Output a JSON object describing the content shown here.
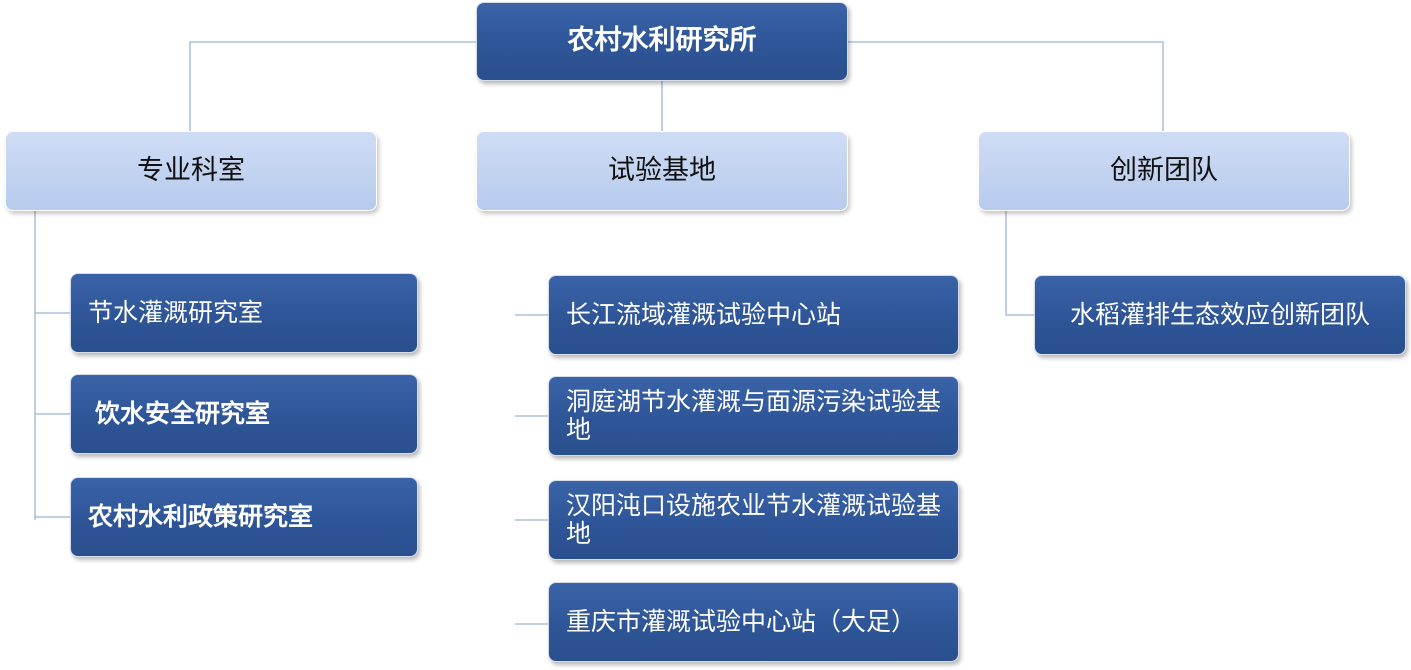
{
  "root": {
    "label": "农村水利研究所"
  },
  "categories": [
    {
      "label": "专业科室",
      "children": [
        "节水灌溉研究室",
        "饮水安全研究室",
        "农村水利政策研究室"
      ]
    },
    {
      "label": "试验基地",
      "children": [
        "长江流域灌溉试验中心站",
        "洞庭湖节水灌溉与面源污染试验基地",
        "汉阳沌口设施农业节水灌溉试验基地",
        "重庆市灌溉试验中心站（大足）"
      ]
    },
    {
      "label": "创新团队",
      "children": [
        "水稻灌排生态效应创新团队"
      ]
    }
  ],
  "colors": {
    "dark_node": "#2e5597",
    "light_node": "#b9cdef",
    "connector": "#9eb3d6"
  }
}
